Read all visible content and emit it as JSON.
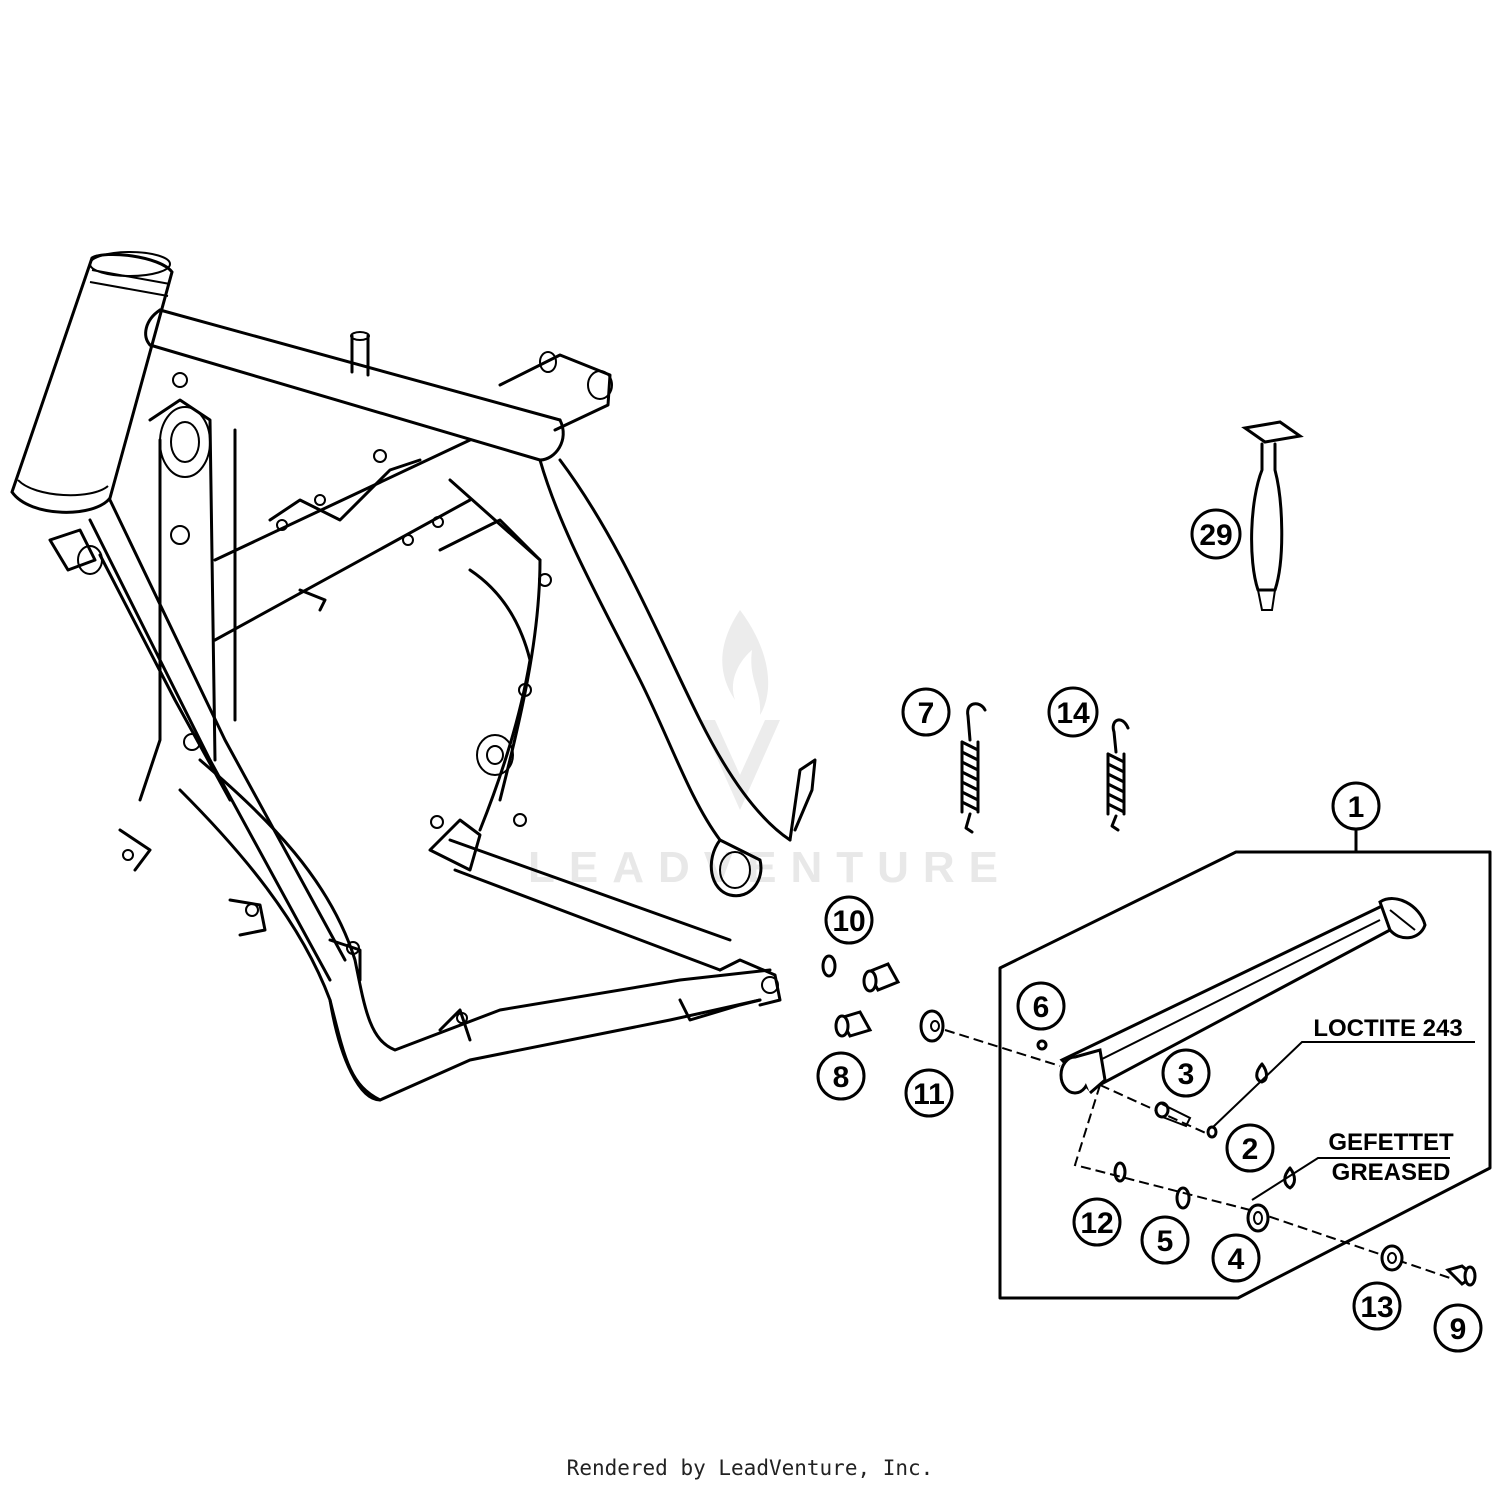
{
  "callouts": {
    "c1": "1",
    "c2": "2",
    "c3": "3",
    "c4": "4",
    "c5": "5",
    "c6": "6",
    "c7": "7",
    "c8": "8",
    "c9": "9",
    "c10": "10",
    "c11": "11",
    "c12": "12",
    "c13": "13",
    "c14": "14",
    "c29": "29"
  },
  "notes": {
    "loctite": "LOCTITE 243",
    "gefettet": "GEFETTET",
    "greased": "GREASED"
  },
  "watermark": "LEADVENTURE",
  "footer": "Rendered by LeadVenture, Inc."
}
